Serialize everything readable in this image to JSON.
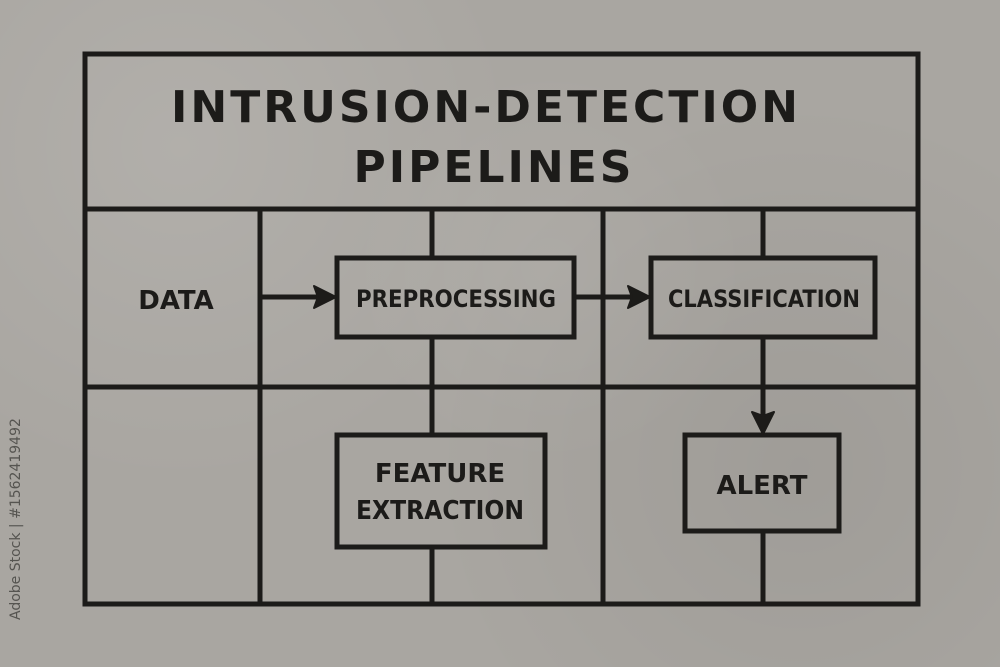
{
  "title": {
    "line1": "INTRUSION-DETECTION",
    "line2": "PIPELINES"
  },
  "nodes": {
    "data": "DATA",
    "preprocessing": "PREPROCESSING",
    "classification": "CLASSIFICATION",
    "feature_extraction": [
      "FEATURE",
      "EXTRACTION"
    ],
    "alert": "ALERT"
  },
  "watermark": "Adobe Stock | #1562419492",
  "colors": {
    "ink": "#1c1b19",
    "paper": "#a9a6a1"
  }
}
